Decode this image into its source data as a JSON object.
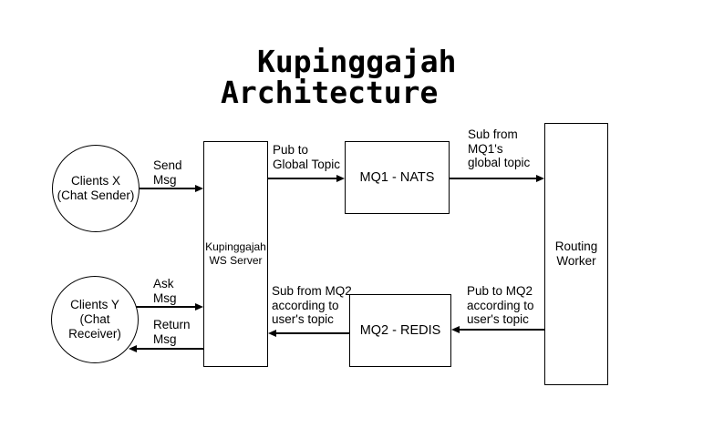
{
  "title": {
    "line1": "Kupinggajah",
    "line2": "Architecture"
  },
  "nodes": {
    "clients_x": {
      "label": "Clients X\n(Chat Sender)",
      "shape": "ellipse"
    },
    "clients_y": {
      "label": "Clients Y\n(Chat Receiver)",
      "shape": "ellipse"
    },
    "ws_server": {
      "label": "Kupinggajah\nWS Server",
      "shape": "rect"
    },
    "mq1": {
      "label": "MQ1 - NATS",
      "shape": "rect"
    },
    "mq2": {
      "label": "MQ2 - REDIS",
      "shape": "rect"
    },
    "routing_worker": {
      "label": "Routing\nWorker",
      "shape": "rect"
    }
  },
  "edges": {
    "send_msg": {
      "label": "Send\nMsg",
      "from": "clients_x",
      "to": "ws_server",
      "direction": "right"
    },
    "ask_msg": {
      "label": "Ask\nMsg",
      "from": "clients_y",
      "to": "ws_server",
      "direction": "right"
    },
    "return_msg": {
      "label": "Return\nMsg",
      "from": "ws_server",
      "to": "clients_y",
      "direction": "left"
    },
    "pub_global_topic": {
      "label": "Pub to\nGlobal Topic",
      "from": "ws_server",
      "to": "mq1",
      "direction": "right"
    },
    "sub_mq1": {
      "label": "Sub from\nMQ1's\nglobal topic",
      "from": "mq1",
      "to": "routing_worker",
      "direction": "right"
    },
    "pub_mq2": {
      "label": "Pub to MQ2\naccording to\nuser's topic",
      "from": "routing_worker",
      "to": "mq2",
      "direction": "left"
    },
    "sub_mq2": {
      "label": "Sub from MQ2\naccording to\nuser's topic",
      "from": "mq2",
      "to": "ws_server",
      "direction": "left"
    }
  },
  "colors": {
    "stroke": "#000000",
    "text": "#000000",
    "background": "#ffffff"
  }
}
